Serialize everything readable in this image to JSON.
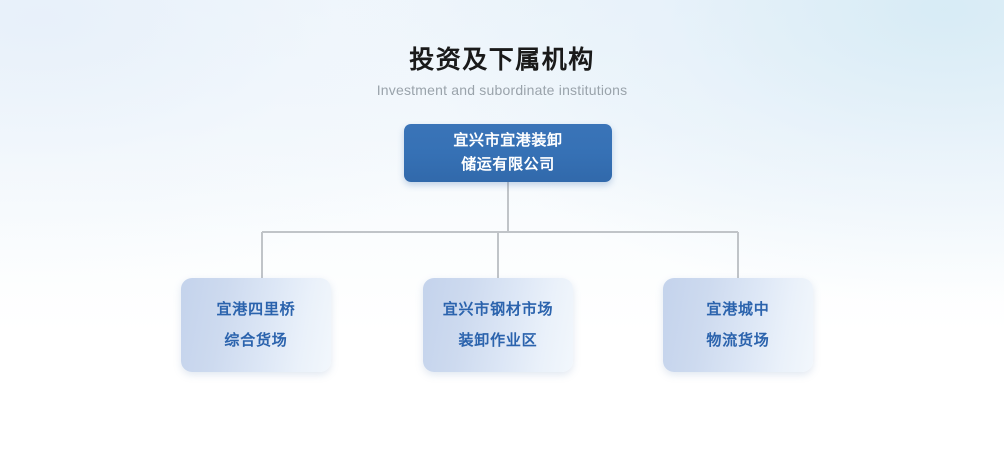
{
  "heading": {
    "title": "投资及下属机构",
    "subtitle": "Investment and subordinate institutions"
  },
  "colors": {
    "root_fill": "#3671b5",
    "root_text": "#ffffff",
    "child_fill_start": "#c4d3ec",
    "child_fill_end": "#f2f7fc",
    "child_text": "#2b63ad",
    "connector": "#c0c4c8",
    "page_background": "#f3f8fc",
    "title_text": "#1a1a1a",
    "subtitle_text": "#9aa3ab"
  },
  "chart": {
    "type": "org-chart",
    "root": {
      "id": "root",
      "lines": [
        "宜兴市宜港装卸",
        "储运有限公司"
      ],
      "full_name": "宜兴市宜港装卸储运有限公司"
    },
    "children": [
      {
        "id": "child-0",
        "lines": [
          "宜港四里桥",
          "综合货场"
        ],
        "full_name": "宜港四里桥综合货场"
      },
      {
        "id": "child-1",
        "lines": [
          "宜兴市钢材市场",
          "装卸作业区"
        ],
        "full_name": "宜兴市钢材市场装卸作业区"
      },
      {
        "id": "child-2",
        "lines": [
          "宜港城中",
          "物流货场"
        ],
        "full_name": "宜港城中物流货场"
      }
    ]
  }
}
